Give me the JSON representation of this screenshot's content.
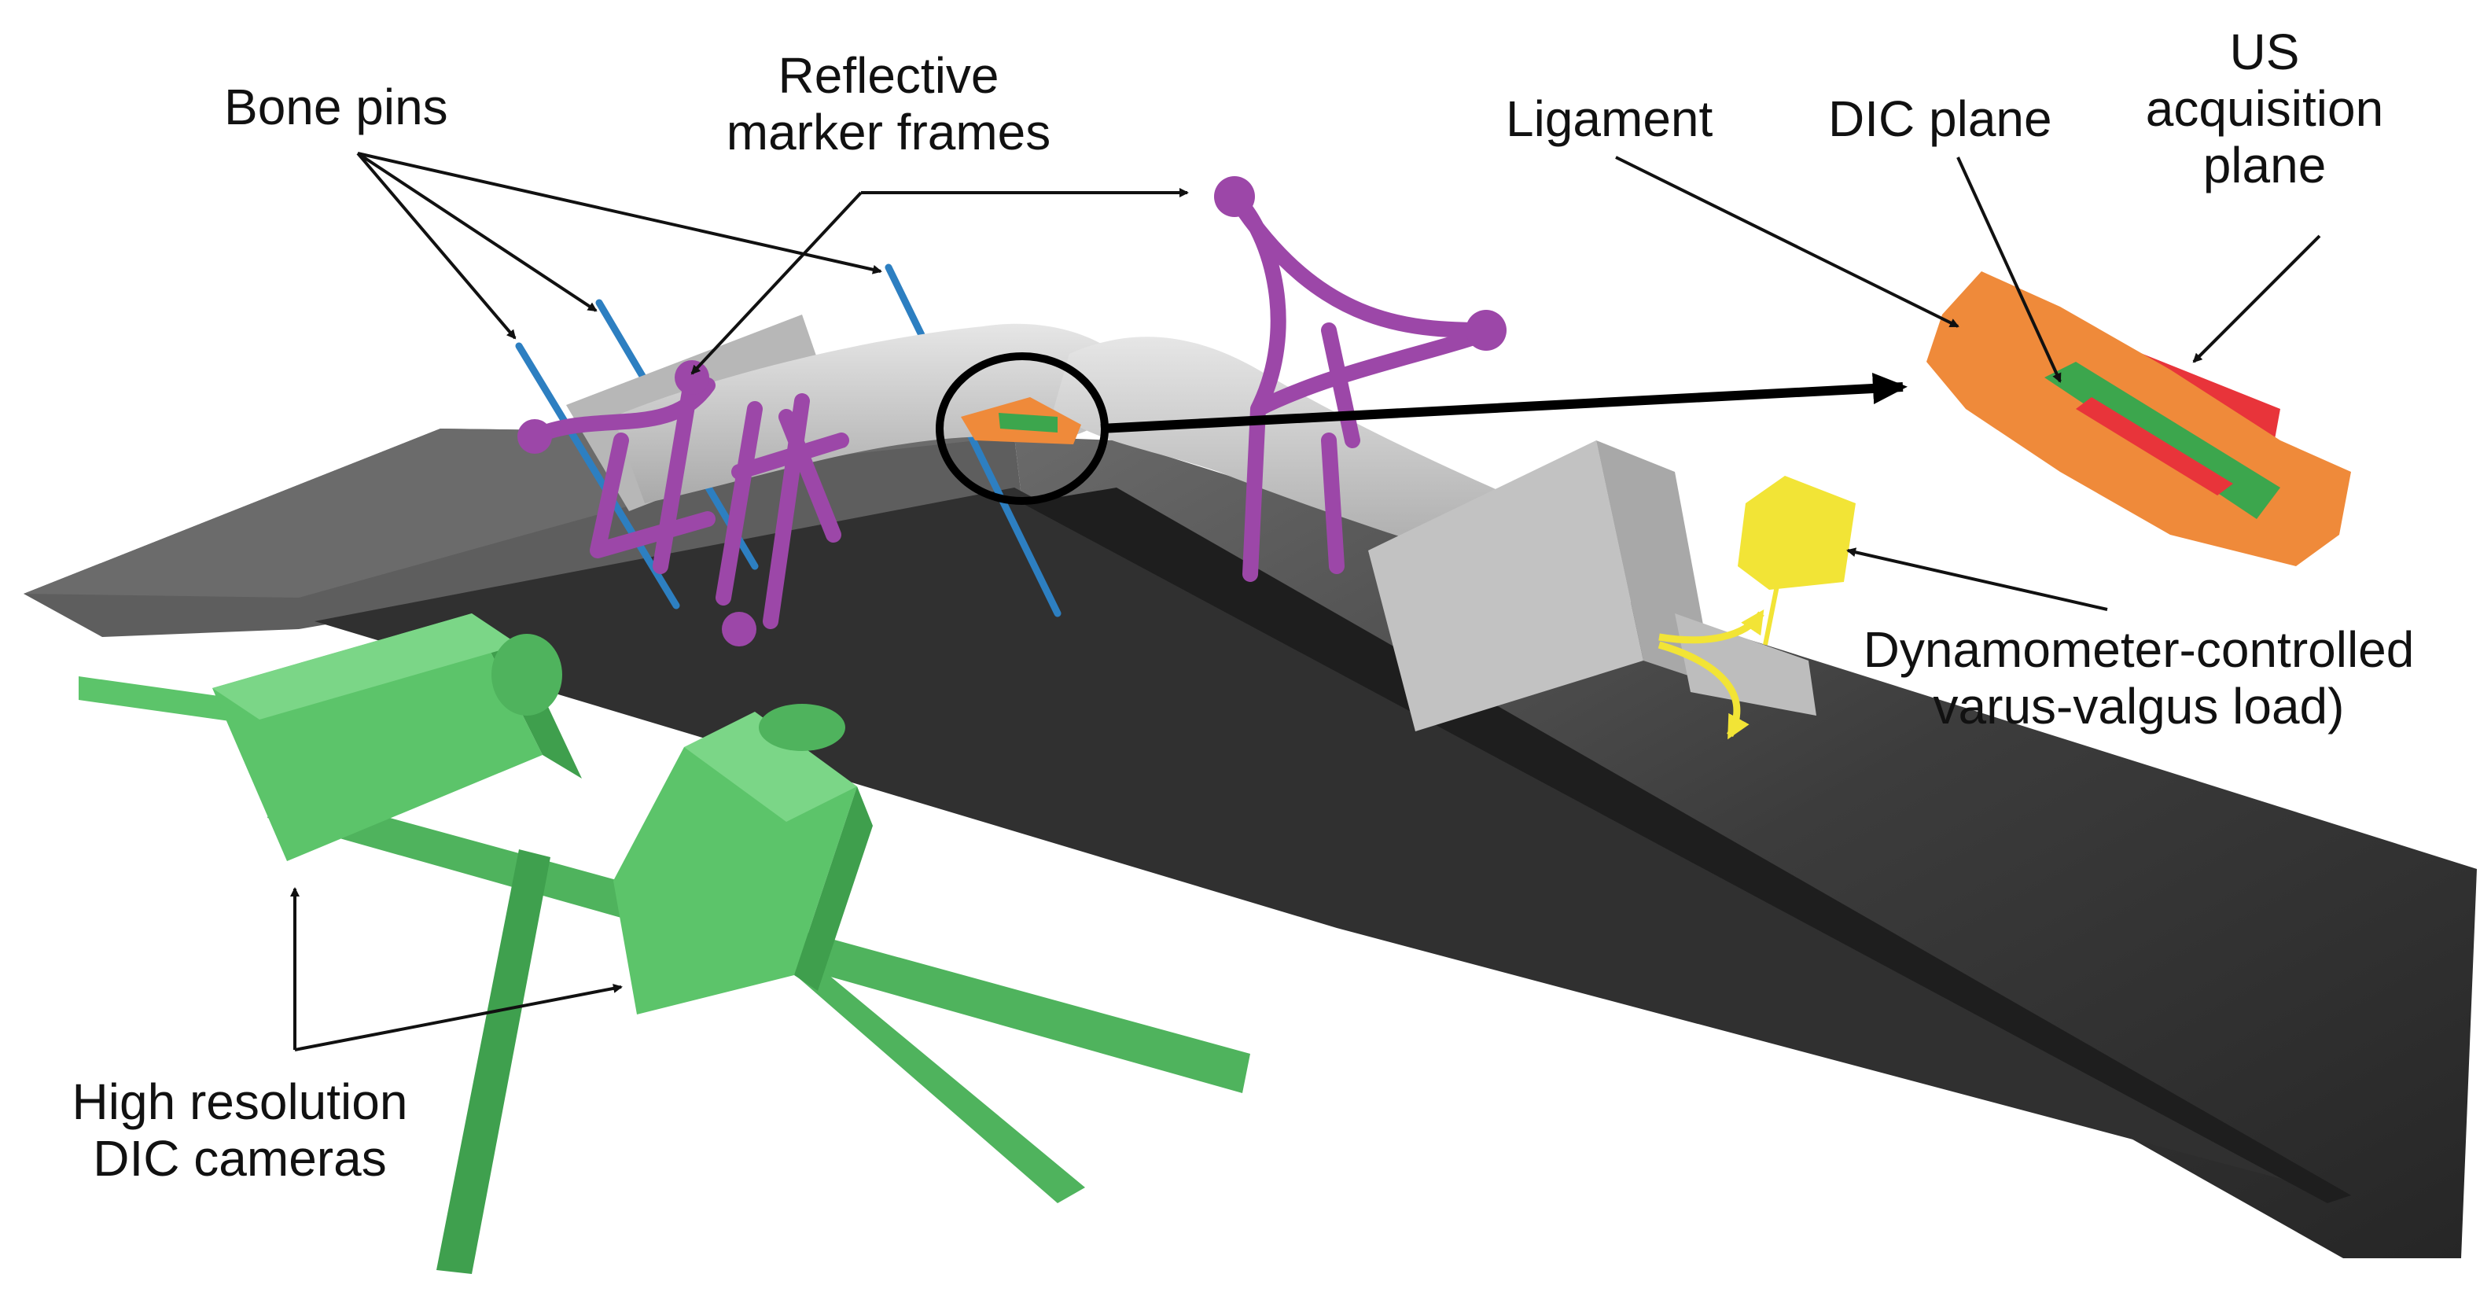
{
  "labels": {
    "bone_pins": "Bone pins",
    "reflective_line1": "Reflective",
    "reflective_line2": "marker frames",
    "ligament": "Ligament",
    "dic_plane": "DIC plane",
    "us_line1": "US",
    "us_line2": "acquisition",
    "us_line3": "plane",
    "dyn_line1": "Dynamometer-controlled",
    "dyn_line2": "varus-valgus load)",
    "cam_line1": "High resolution",
    "cam_line2": "DIC cameras"
  },
  "colors": {
    "table": "#3e3e3e",
    "table_dark": "#2a2a2a",
    "bone": "#c9c9c9",
    "marker": "#9c47a8",
    "pin": "#2d7fc1",
    "camera": "#5cc46a",
    "camera_dark": "#3f9f4d",
    "ligament": "#ef8a3a",
    "dic": "#3ca64d",
    "us": "#e8343a",
    "dynamometer": "#f2e436"
  }
}
